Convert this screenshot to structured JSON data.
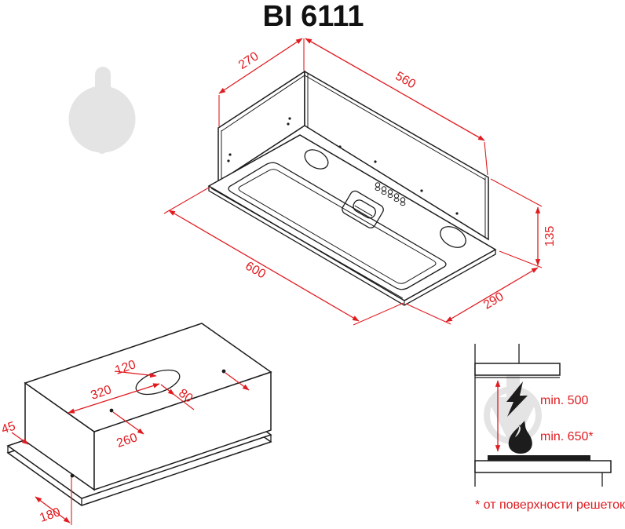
{
  "title": "BI 6111",
  "colors": {
    "dim_red": "#e01b20",
    "line_black": "#1c1c1c",
    "watermark_gray": "#e4e4e4"
  },
  "main_view": {
    "dim_depth_top": "270",
    "dim_width_top": "560",
    "dim_width_bottom": "600",
    "dim_height": "135",
    "dim_depth_bottom": "290"
  },
  "cutout_view": {
    "dim_hole_diameter": "120",
    "dim_hole_from_left": "320",
    "dim_hole_offset": "80",
    "dim_hole_from_front": "260",
    "dim_flange_side": "45",
    "dim_flange_front": "180"
  },
  "install_view": {
    "clearance_electric": "min. 500",
    "clearance_gas": "min. 650*",
    "footnote": "* от поверхности решеток"
  }
}
